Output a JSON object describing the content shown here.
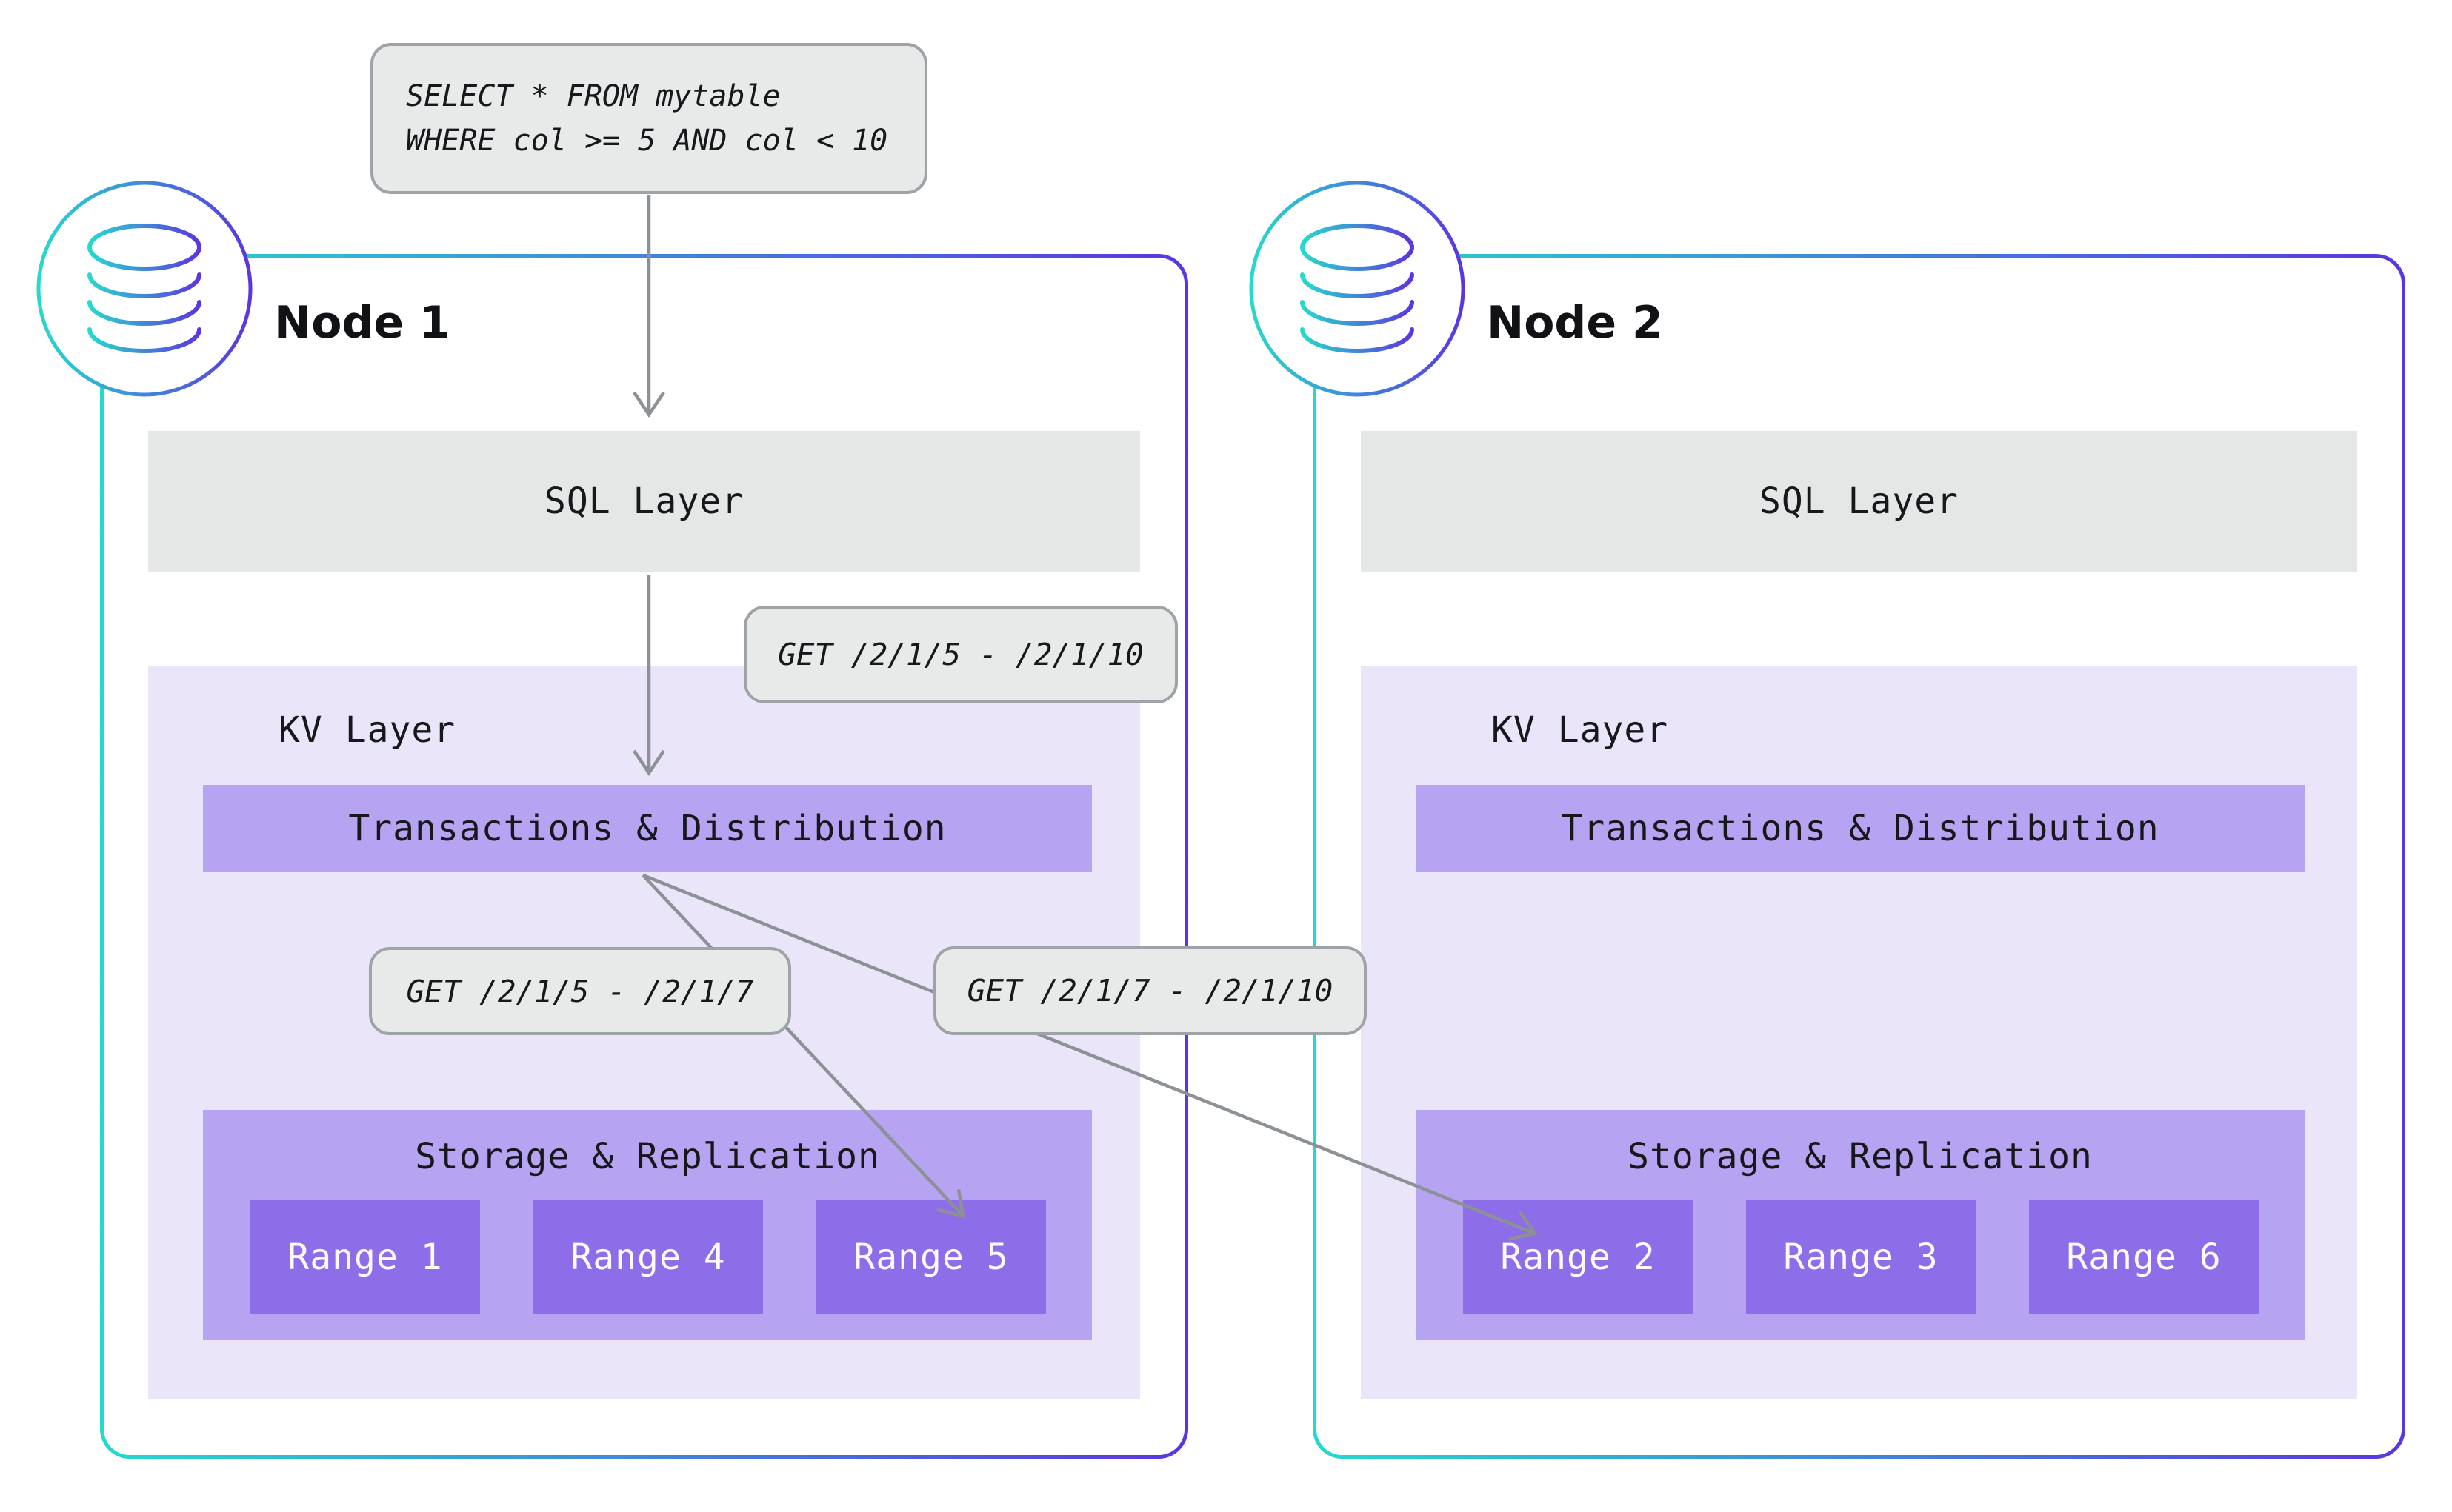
{
  "query": {
    "lines": [
      "SELECT * FROM mytable",
      "WHERE col >= 5 AND col < 10"
    ]
  },
  "request_labels": {
    "full": "GET /2/1/5 - /2/1/10",
    "left_split": "GET /2/1/5 - /2/1/7",
    "right_split": "GET /2/1/7 - /2/1/10"
  },
  "nodes": [
    {
      "title": "Node 1",
      "sql_layer": "SQL Layer",
      "kv_layer": "KV Layer",
      "transactions": "Transactions & Distribution",
      "storage": "Storage & Replication",
      "ranges": [
        "Range 1",
        "Range 4",
        "Range 5"
      ]
    },
    {
      "title": "Node 2",
      "sql_layer": "SQL Layer",
      "kv_layer": "KV Layer",
      "transactions": "Transactions & Distribution",
      "storage": "Storage & Replication",
      "ranges": [
        "Range 2",
        "Range 3",
        "Range 6"
      ]
    }
  ],
  "colors": {
    "node_border_gradient_start": "#24d9ce",
    "node_border_gradient_end": "#5b35e2",
    "kv_layer_bg": "#eae5f9",
    "layer_bar_bg": "#b6a3f2",
    "range_bg": "#8e6de9",
    "sql_layer_bg": "#e5e6e6",
    "code_label_bg": "#e8e9e9",
    "code_label_border": "#9ea3a8",
    "arrow": "#8c9196",
    "text_dark": "#17181c",
    "range_text": "#fbfaff"
  }
}
